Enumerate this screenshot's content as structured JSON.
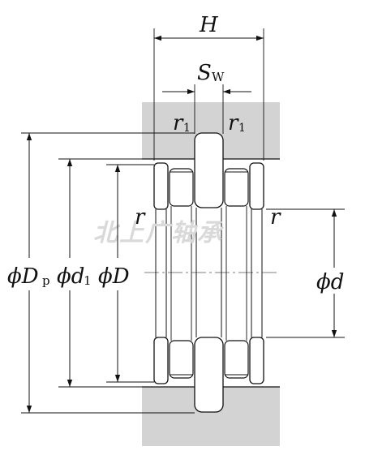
{
  "labels": {
    "H": "H",
    "Sw_main": "S",
    "Sw_sub": "W",
    "r1_left_main": "r",
    "r1_left_sub": "1",
    "r1_right_main": "r",
    "r1_right_sub": "1",
    "r_left": "r",
    "r_right": "r",
    "Dp_main": "ϕD",
    "Dp_sub": "p",
    "d1_main": "ϕd",
    "d1_sub": "1",
    "D_main": "ϕD",
    "d_main": "ϕd"
  },
  "watermark": "北上广轴承",
  "colors": {
    "housing": "#d3d3d3",
    "line": "#111111",
    "watermark": "#d9d9d9"
  }
}
